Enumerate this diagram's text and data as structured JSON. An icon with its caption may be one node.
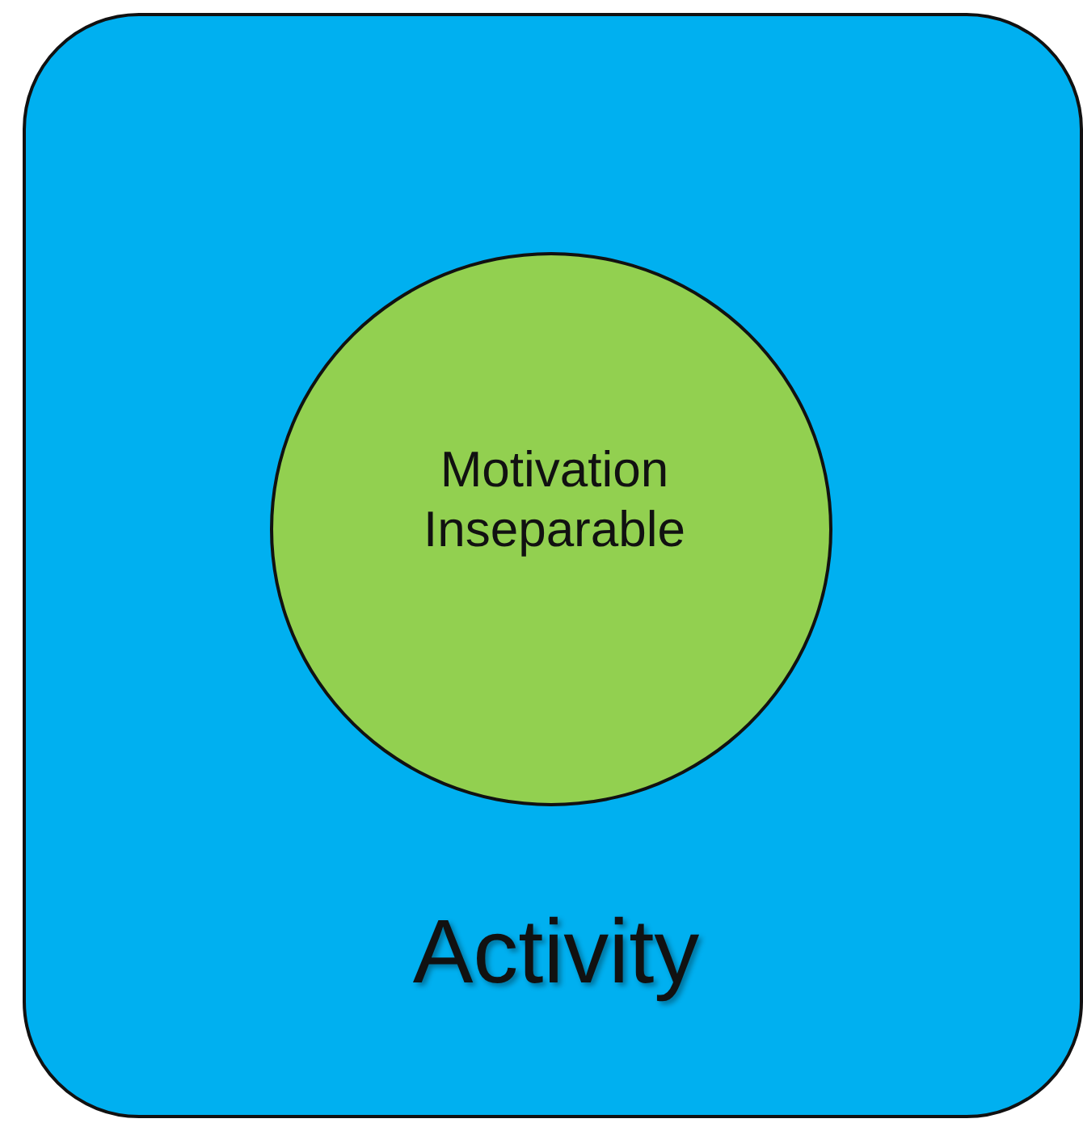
{
  "diagram": {
    "nodes": [
      {
        "text": [
          "Activity"
        ]
      },
      {
        "text": [
          "Motivation Inseparable"
        ],
        "in": 0
      }
    ]
  }
}
